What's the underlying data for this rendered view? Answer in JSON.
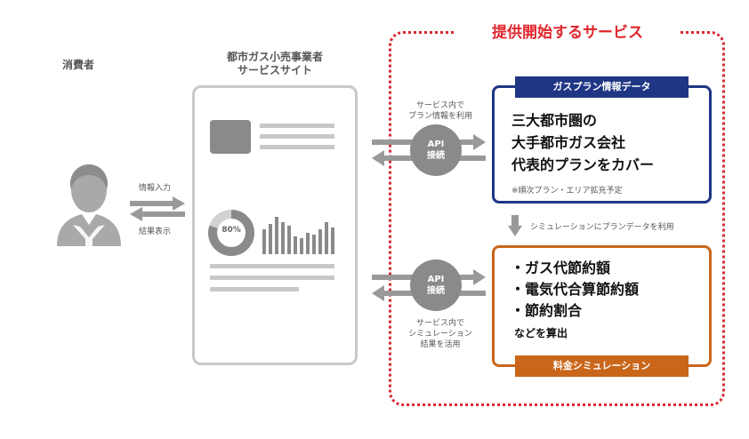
{
  "consumer": {
    "label": "消費者"
  },
  "site": {
    "title_line1": "都市ガス小売事業者",
    "title_line2": "サービスサイト",
    "donut_value": "80%"
  },
  "consumer_flow": {
    "input_label": "情報入力",
    "output_label": "結果表示"
  },
  "service_area": {
    "title": "提供開始するサービス"
  },
  "api_top": {
    "line1": "API",
    "line2": "接続",
    "caption_line1": "サービス内で",
    "caption_line2": "プラン情報を利用"
  },
  "api_bottom": {
    "line1": "API",
    "line2": "接続",
    "caption_line1": "サービス内で",
    "caption_line2": "シミュレーション",
    "caption_line3": "結果を活用"
  },
  "plan_data": {
    "tab": "ガスプラン情報データ",
    "line1": "三大都市圏の",
    "line2": "大手都市ガス会社",
    "line3": "代表的プランをカバー",
    "note": "※順次プラン・エリア拡充予定"
  },
  "link_caption": "シミュレーションにプランデータを利用",
  "simulation": {
    "items": [
      "・ガス代節約額",
      "・電気代合算節約額",
      "・節約割合"
    ],
    "suffix": "などを算出",
    "tab": "料金シミュレーション"
  },
  "colors": {
    "red": "#e0262d",
    "navy": "#1f3684",
    "orange": "#c9661a",
    "gray": "#8a8a8a"
  },
  "icons": [
    "person-silhouette-icon",
    "double-arrow-icon",
    "donut-chart-icon",
    "bar-chart-icon",
    "down-arrow-icon"
  ]
}
